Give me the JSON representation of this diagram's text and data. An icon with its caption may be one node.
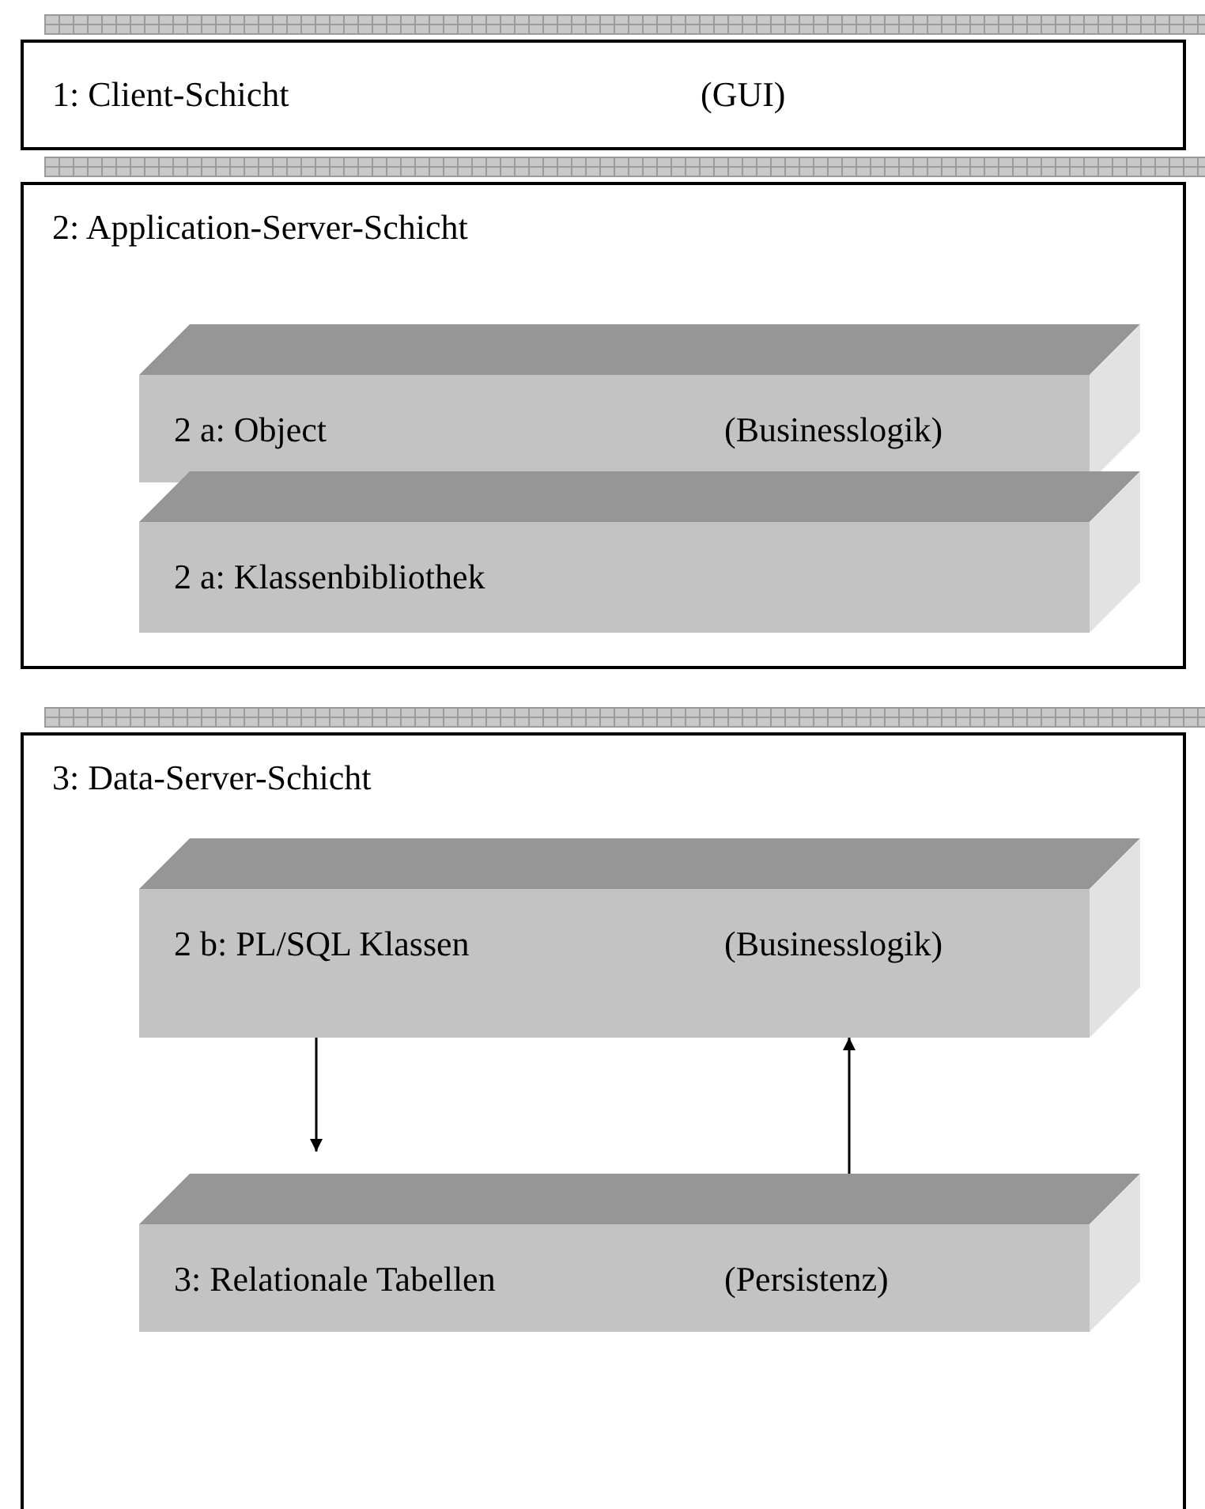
{
  "diagram": {
    "nodes": [
      {
        "text": [
          "1: Client-Schicht",
          "(GUI)"
        ]
      },
      {
        "text": [
          "2: Application-Server-Schicht"
        ]
      },
      {
        "text": [
          "2 a: Object",
          "(Businesslogik)"
        ],
        "in": 1
      },
      {
        "text": [
          "2 a: Klassenbibliothek"
        ],
        "in": 1
      },
      {
        "text": [
          "3: Data-Server-Schicht"
        ]
      },
      {
        "text": [
          "2 b: PL/SQL Klassen",
          "(Businesslogik)"
        ],
        "in": 4
      },
      {
        "text": [
          "3: Relationale Tabellen",
          "(Persistenz)"
        ],
        "in": 4
      }
    ],
    "edges": [
      {
        "from": 5,
        "to": 6,
        "arrow": "to"
      },
      {
        "from": 6,
        "to": 5,
        "arrow": "to"
      }
    ]
  }
}
